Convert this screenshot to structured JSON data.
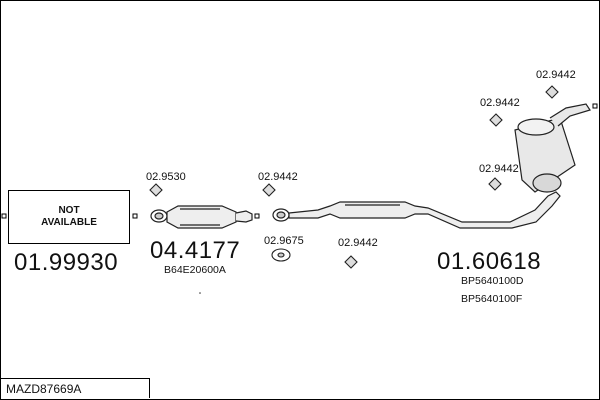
{
  "not_available": {
    "line1": "NOT",
    "line2": "AVAILABLE"
  },
  "sections": {
    "left_price": "01.99930",
    "cat_price": "04.4177",
    "cat_oe": "B64E20600A",
    "rear_price": "01.60618",
    "rear_oe_1": "BP5640100D",
    "rear_oe_2": "BP5640100F"
  },
  "parts": {
    "p1": "02.9530",
    "p2": "02.9442",
    "p3": "02.9675",
    "p4": "02.9442",
    "p5": "02.9442",
    "p6": "02.9442",
    "p7": "02.9442"
  },
  "kit_code": "MAZD87669A"
}
